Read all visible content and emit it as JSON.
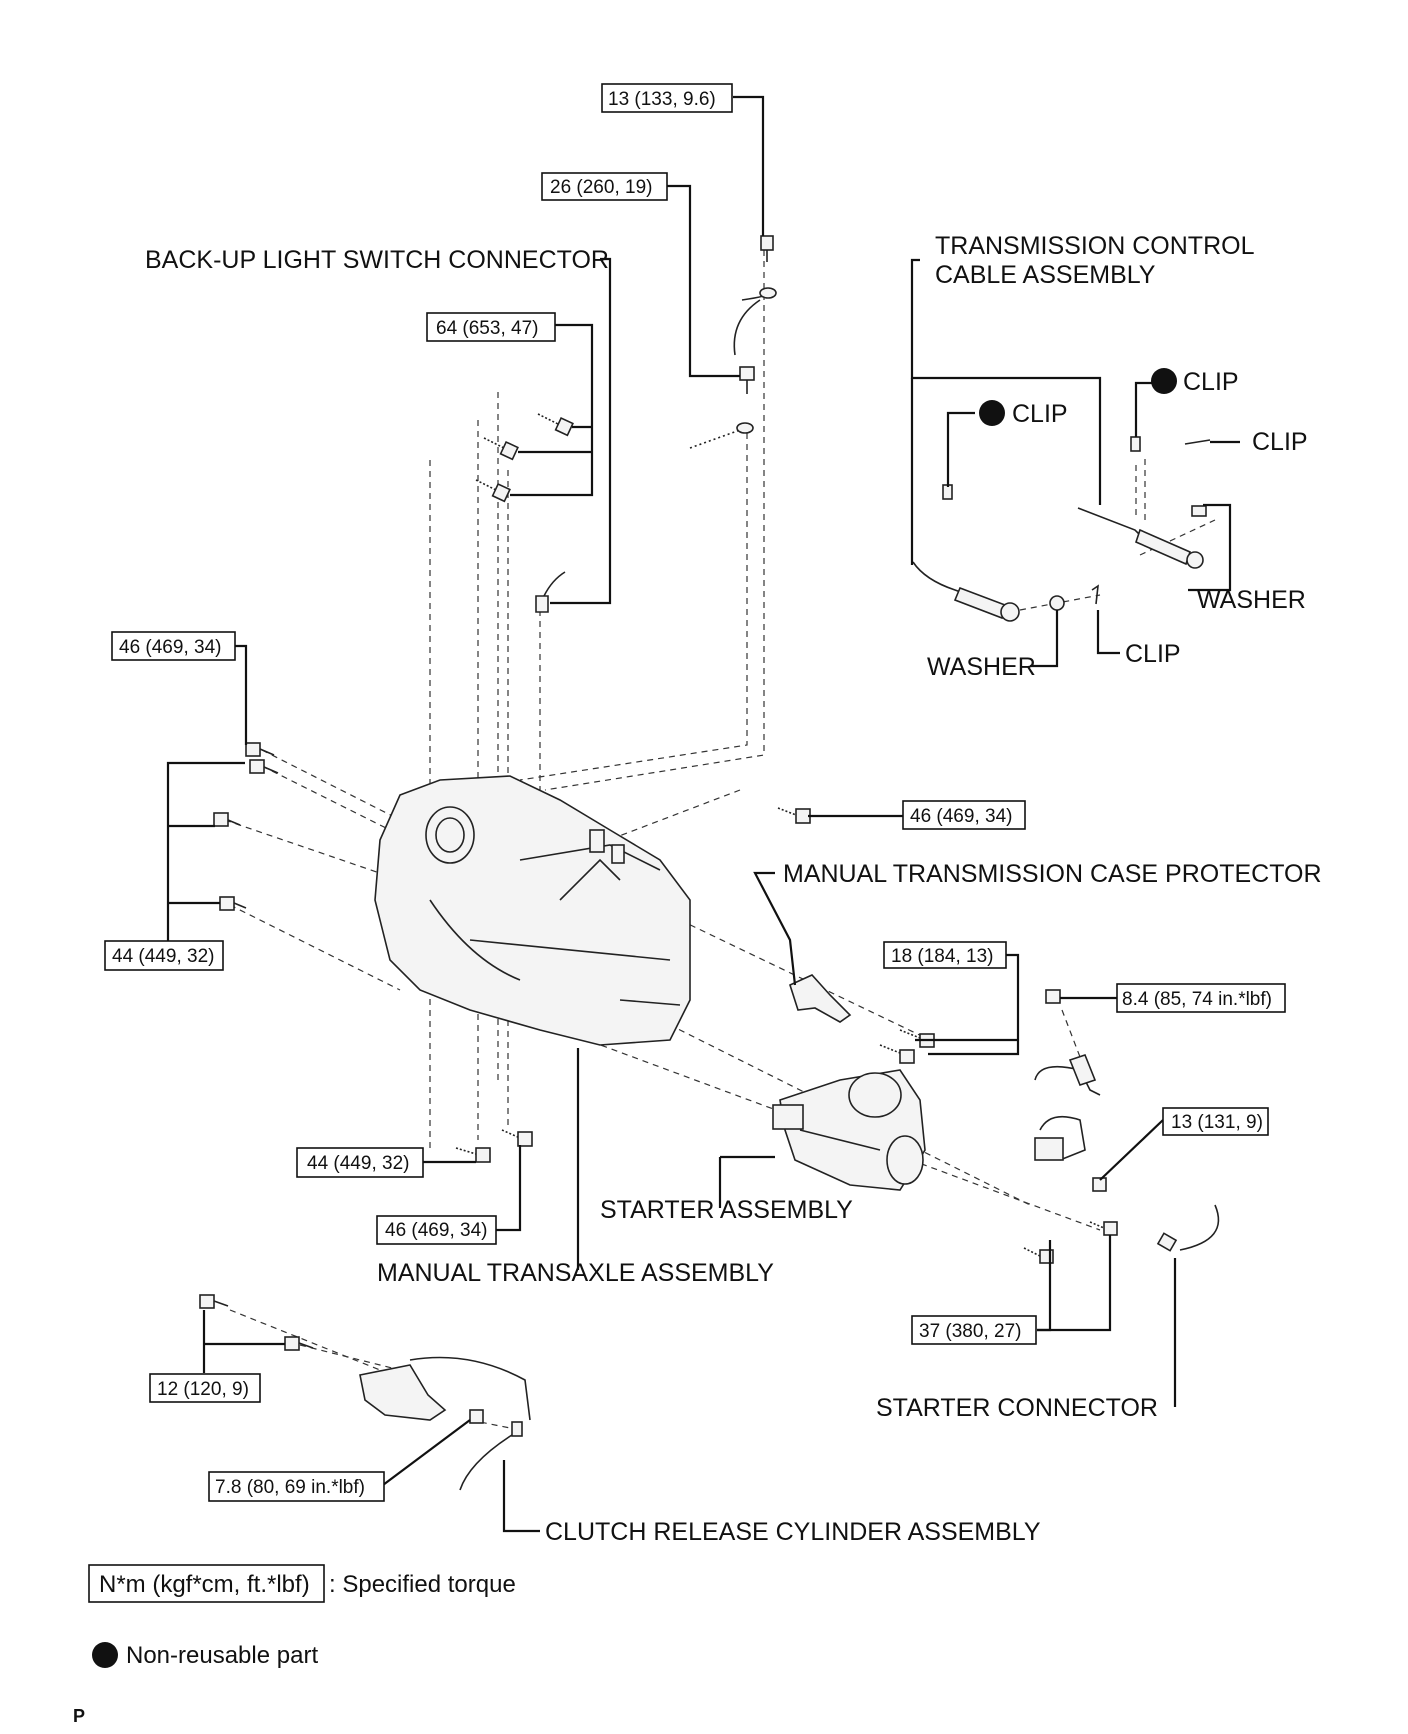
{
  "labels": {
    "backup_light": "BACK-UP LIGHT SWITCH CONNECTOR",
    "tcca_line1": "TRANSMISSION CONTROL",
    "tcca_line2": "CABLE ASSEMBLY",
    "clip": "CLIP",
    "washer": "WASHER",
    "case_protector": "MANUAL TRANSMISSION CASE PROTECTOR",
    "starter_assembly": "STARTER ASSEMBLY",
    "transaxle_assembly": "MANUAL TRANSAXLE ASSEMBLY",
    "starter_connector": "STARTER CONNECTOR",
    "clutch_release": "CLUTCH RELEASE CYLINDER ASSEMBLY"
  },
  "torques": {
    "t13_133": "13 (133, 9.6)",
    "t26_260": "26 (260, 19)",
    "t64_653": "64 (653, 47)",
    "t46_469_top": "46 (469, 34)",
    "t46_469_right": "46 (469, 34)",
    "t44_449_left": "44 (449, 32)",
    "t18_184": "18 (184, 13)",
    "t8_4": "8.4 (85, 74 in.*lbf)",
    "t13_131": "13 (131, 9)",
    "t44_449_bottom": "44 (449, 32)",
    "t46_469_bottom": "46 (469, 34)",
    "t37_380": "37 (380, 27)",
    "t12_120": "12 (120, 9)",
    "t7_8": "7.8 (80, 69 in.*lbf)"
  },
  "legend": {
    "torque_box": "N*m (kgf*cm, ft.*lbf)",
    "torque_text": ": Specified torque",
    "nonreusable_text": "Non-reusable part"
  },
  "footer_code": "P"
}
